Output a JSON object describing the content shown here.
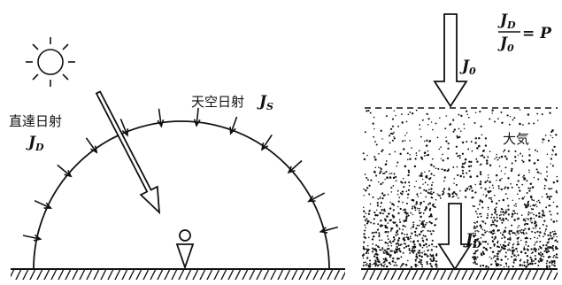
{
  "left_panel": {
    "direct_label": "直達日射",
    "direct_symbol": "J",
    "direct_sub": "D",
    "sky_label": "天空日射",
    "sky_symbol": "J",
    "sky_sub": "S"
  },
  "right_panel": {
    "formula_num_symbol": "J",
    "formula_num_sub": "D",
    "formula_den_symbol": "J",
    "formula_den_sub": "0",
    "formula_rhs": "= P",
    "incoming_symbol": "J",
    "incoming_sub": "0",
    "atmosphere_label": "大気",
    "transmitted_symbol": "J",
    "transmitted_sub": "D"
  },
  "colors": {
    "ink": "#111111",
    "background": "#ffffff"
  }
}
